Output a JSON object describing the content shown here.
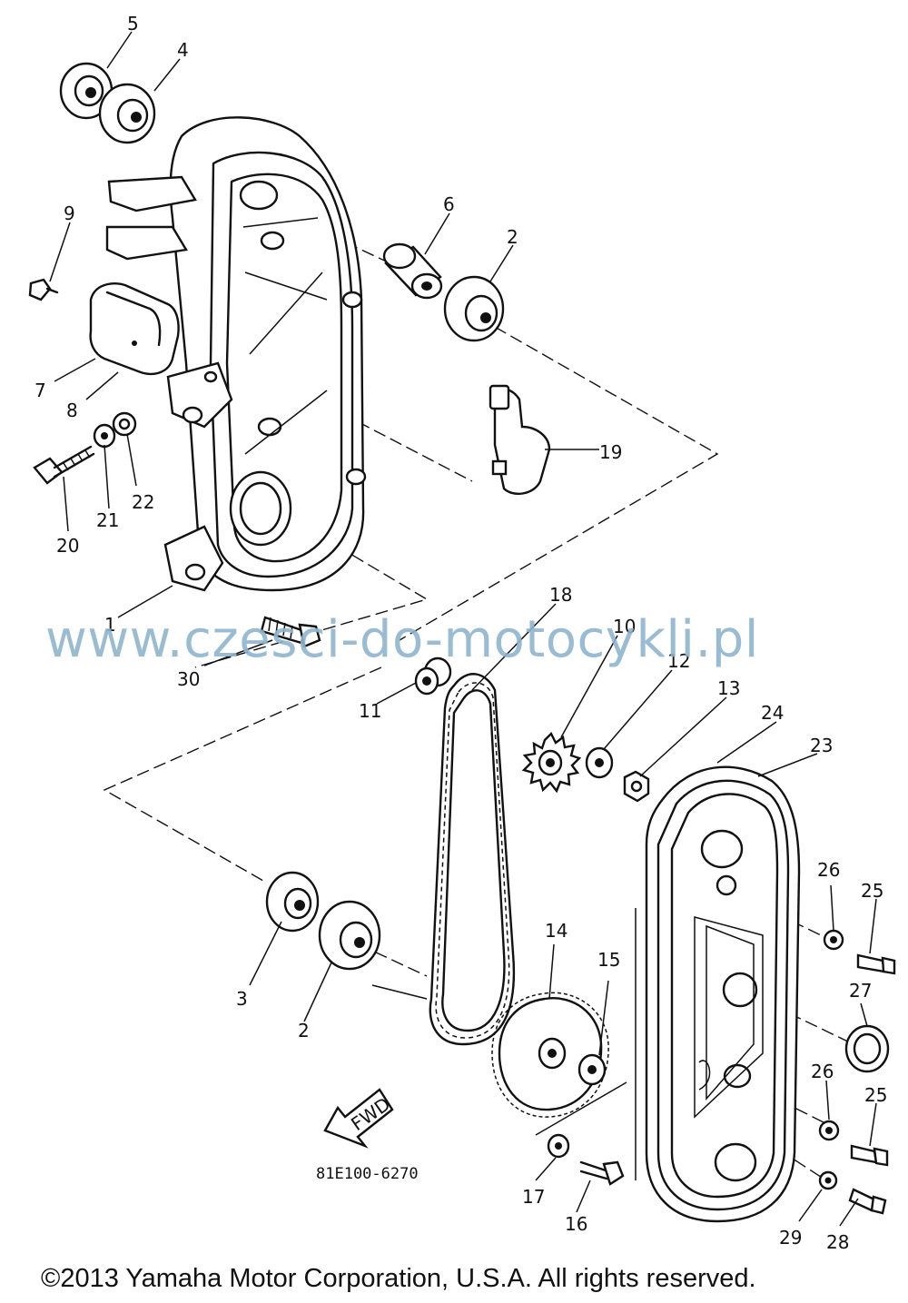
{
  "diagram": {
    "watermark": "www.czesci-do-motocykli.pl",
    "drawing_code": "81E100-6270",
    "copyright": "©2013 Yamaha Motor Corporation, U.S.A. All rights reserved.",
    "fwd_label": "FWD",
    "callouts": [
      "1",
      "2",
      "2",
      "3",
      "4",
      "5",
      "6",
      "7",
      "8",
      "9",
      "10",
      "11",
      "12",
      "13",
      "14",
      "15",
      "16",
      "17",
      "18",
      "19",
      "20",
      "21",
      "22",
      "23",
      "24",
      "25",
      "25",
      "26",
      "26",
      "27",
      "28",
      "29",
      "30"
    ]
  }
}
